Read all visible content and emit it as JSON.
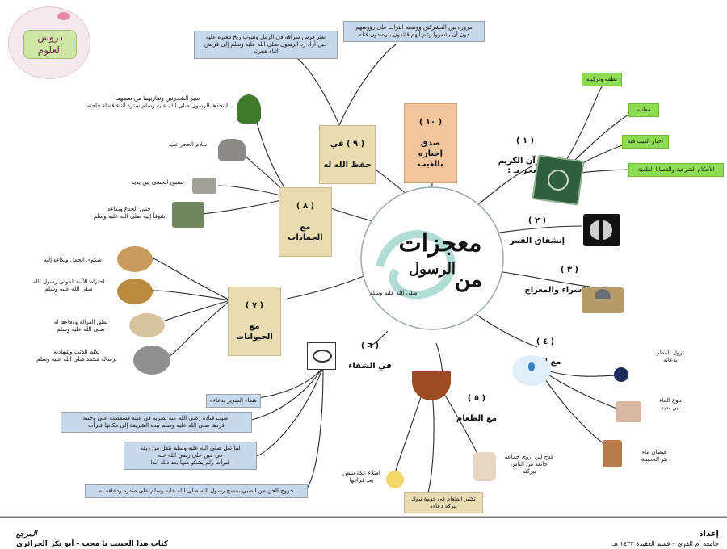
{
  "center": {
    "title": "معجزات",
    "prefix": "من",
    "subtitle": "الرسول",
    "honorific": "صلى الله عليه وسلم"
  },
  "branches": [
    {
      "id": "b1",
      "number": "( ١ )",
      "label": "القرآن الكريم\nمعجز بـ :"
    },
    {
      "id": "b2",
      "number": "( ٢ )",
      "label": "إنشقاق القمر"
    },
    {
      "id": "b3",
      "number": "( ٣ )",
      "label": "حادثة الإسراء والمعراج"
    },
    {
      "id": "b4",
      "number": "( ٤ )",
      "label": "مع الماء"
    },
    {
      "id": "b5",
      "number": "( ٥ )",
      "label": "مع الطعام"
    },
    {
      "id": "b6",
      "number": "( ٦ )",
      "label": "في الشفاء"
    },
    {
      "id": "b7",
      "number": "( ٧ )",
      "label": "مع الحيوانات"
    },
    {
      "id": "b8",
      "number": "( ٨ )",
      "label": "مع\nالجمادات"
    },
    {
      "id": "b9",
      "number": "( ٩ ) في",
      "label": "حفظ الله له"
    },
    {
      "id": "b10",
      "number": "( ١٠ )",
      "label": "صدق إخباره\nبالغيب"
    }
  ],
  "quran_items": [
    "نظمه وتركيبه",
    "معانيه",
    "أخبار الغيب فيه",
    "الأحكام الشرعية والقضايا العلمية"
  ],
  "water_items": [
    "نزول المطر\nبدعائه",
    "نبوع الماء\nبين يديه",
    "فيضان ماء\nبئر الحديبية"
  ],
  "food_items": [
    "قدح لبن أروى جماعة\nجائعة من الناس\nببركته",
    "تكثير الطعام في غزوة تبوك\nببركة دعاءه",
    "امتلاء عكة سمن\nبعد فراغها"
  ],
  "healing_items": [
    "شفاء الضرير بدعاءه",
    "أصيب قتادة رضي الله عنه بضربة في عينه فسقطت على وجنته\nفردها صلى الله عليه وسلم بيده الشريفة إلى مكانها فبرأت",
    "لما تفل صلى الله عليه وسلم بتفل من ريقه\nفي عين علي رضي الله عنه\nفبرأت ولم يشكو منها بعد ذلك أبدا",
    "خروج الجن من الصبي بمسح رسول الله صلى الله عليه وسلم على صدره ودعاءه له"
  ],
  "animal_items": [
    "شكوى الجمل وبكاءه إليه",
    "احترام الأسد لمولى رسول الله\nصلى الله عليه وسلم",
    "نطق الغزالة ووفاءها له\nصلى الله عليه وسلم",
    "تكلم الذئب وشهادته\nبرسالة محمد صلى الله عليه وسلم"
  ],
  "inanimate_items": [
    "سير الشجرتين وتقاربهما من بعضهما\nليتخذها الرسول صلى الله عليه وسلم سترة أثناء قضاء حاجته",
    "سلام الحجر عليه",
    "تسبيح الحصى بين يديه",
    "حنين الجذع وبكاءه\nشوقاً إليه صلى الله عليه وسلم"
  ],
  "protection_items": [
    "تعثر فرس سراقة في الرمل وهبوب ريح مغبرة عليه\nحين أراد رد الرسول صلى الله عليه وسلم إلى قريش\nأثناء هجرته",
    "مروره بين المشركين ووضعه التراب على رؤوسهم\nدون أن يشعروا رغم أنهم قائمون يترصدون قتله"
  ],
  "logo": {
    "line1": "دروس",
    "line2": "العلوم"
  },
  "footer": {
    "left": "كتاب هذا الحبيب يا محب - أبو بكر الجزائري",
    "left_tag": "المرجع",
    "right": "جامعة أم القرى – قسم العقيدة ١٤٣٣ هـ",
    "right_tag": "إعداد"
  },
  "colors": {
    "line": "#2b2b2b",
    "blue_box": "#c8d8ec",
    "green_box": "#8ddc52",
    "tan_box": "#e9dcb3",
    "peach_box": "#f3c59c",
    "teal": "#7fc6bd"
  }
}
